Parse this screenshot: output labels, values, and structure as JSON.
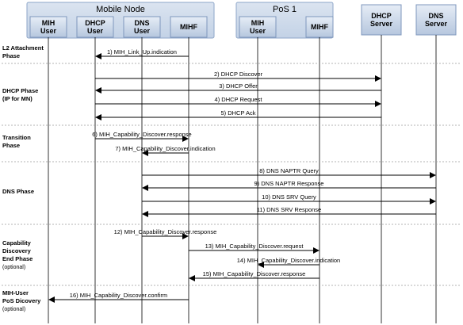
{
  "groups": {
    "mobile_node": "Mobile Node",
    "pos1": "PoS 1"
  },
  "entities": {
    "mih_user_mn": [
      "MIH",
      "User"
    ],
    "dhcp_user": [
      "DHCP",
      "User"
    ],
    "dns_user": [
      "DNS",
      "User"
    ],
    "mihf_mn": [
      "MIHF"
    ],
    "mih_user_pos": [
      "MIH",
      "User"
    ],
    "mihf_pos": [
      "MIHF"
    ],
    "dhcp_server": [
      "DHCP",
      "Server"
    ],
    "dns_server": [
      "DNS",
      "Server"
    ]
  },
  "phases": [
    {
      "key": "l2",
      "lines": [
        "L2 Attachment",
        "Phase"
      ],
      "optional": false
    },
    {
      "key": "dhcp",
      "lines": [
        "DHCP Phase",
        "(IP for MN)"
      ],
      "optional": false
    },
    {
      "key": "transition",
      "lines": [
        "Transition",
        "Phase"
      ],
      "optional": false
    },
    {
      "key": "dns",
      "lines": [
        "DNS Phase"
      ],
      "optional": false
    },
    {
      "key": "capability",
      "lines": [
        "Capability",
        "Discovery",
        "End Phase"
      ],
      "optional": true
    },
    {
      "key": "mihuser",
      "lines": [
        "MIH-User",
        "PoS Dicovery"
      ],
      "optional": true
    }
  ],
  "optional_label": "(optional)",
  "messages": [
    {
      "label": "1) MIH_Link_Up.indication",
      "from": "mihf_mn",
      "to": "dhcp_user"
    },
    {
      "label": "2) DHCP Discover",
      "from": "dhcp_user",
      "to": "dhcp_server"
    },
    {
      "label": "3) DHCP Offer",
      "from": "dhcp_server",
      "to": "dhcp_user"
    },
    {
      "label": "4) DHCP Request",
      "from": "dhcp_user",
      "to": "dhcp_server"
    },
    {
      "label": "5) DHCP Ack",
      "from": "dhcp_server",
      "to": "dhcp_user"
    },
    {
      "label": "6) MIH_Capability_Discover.response",
      "from": "dhcp_user",
      "to": "mihf_mn"
    },
    {
      "label": "7) MIH_Capability_Discover.indication",
      "from": "mihf_mn",
      "to": "dns_user"
    },
    {
      "label": "8) DNS NAPTR Query",
      "from": "dns_user",
      "to": "dns_server"
    },
    {
      "label": "9) DNS NAPTR Response",
      "from": "dns_server",
      "to": "dns_user"
    },
    {
      "label": "10) DNS SRV Query",
      "from": "dns_user",
      "to": "dns_server"
    },
    {
      "label": "11) DNS SRV Response",
      "from": "dns_server",
      "to": "dns_user"
    },
    {
      "label": "12) MIH_Capability_Discover.response",
      "from": "dns_user",
      "to": "mihf_mn"
    },
    {
      "label": "13) MIH_Capability_Discover.request",
      "from": "mihf_mn",
      "to": "mihf_pos"
    },
    {
      "label": "14) MIH_Capability_Discover.indication",
      "from": "mihf_pos",
      "to": "mih_user_pos"
    },
    {
      "label": "15) MIH_Capability_Discover.response",
      "from": "mihf_pos",
      "to": "mihf_mn"
    },
    {
      "label": "16) MIH_Capability_Discover.confirm",
      "from": "mihf_mn",
      "to": "mih_user_mn"
    }
  ],
  "colors": {
    "group_fill": "#cdd9ea",
    "group_stroke": "#8ea6c8",
    "box_fill_top": "#e2e9f3",
    "box_fill_bottom": "#b9c9df",
    "box_stroke": "#7f97bd",
    "arrow": "#000000",
    "separator": "#9a9a9a"
  }
}
